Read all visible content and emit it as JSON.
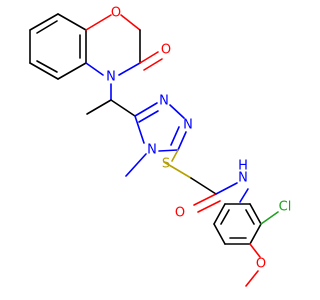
{
  "diagram": {
    "type": "chemical-structure",
    "colors": {
      "carbon_bond": "#000000",
      "oxygen": "#ff0000",
      "nitrogen": "#0000ff",
      "sulfur": "#b5a000",
      "chlorine": "#1fa11f",
      "background": "#ffffff"
    },
    "atom_labels": {
      "ring_oxygen": "O",
      "lactam_oxygen": "O",
      "lactam_nitrogen": "N",
      "triazole_n1": "N",
      "triazole_n2": "N",
      "triazole_n4": "N",
      "sulfur": "S",
      "amide_oxygen": "O",
      "amide_nh": "N",
      "amide_h": "H",
      "chlorine": "Cl",
      "methoxy_oxygen": "O"
    }
  }
}
